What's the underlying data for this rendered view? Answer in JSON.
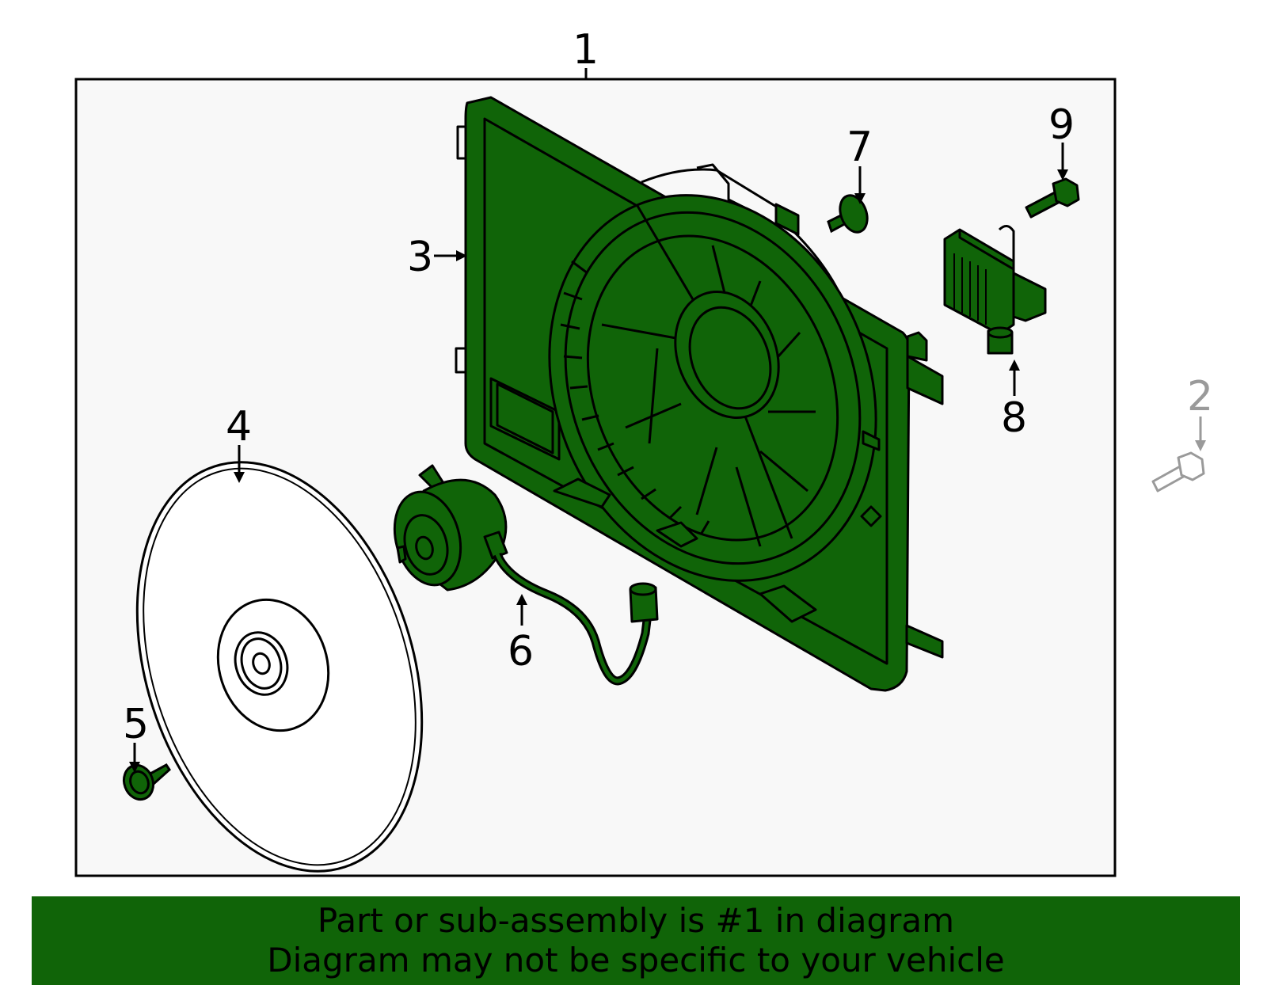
{
  "diagram": {
    "callouts": {
      "c1": "1",
      "c2": "2",
      "c3": "3",
      "c4": "4",
      "c5": "5",
      "c6": "6",
      "c7": "7",
      "c8": "8",
      "c9": "9"
    },
    "colors": {
      "part_fill": "#106408",
      "outline": "#000000",
      "box_background": "#f8f8f8",
      "not_included": "#9a9a9a"
    }
  },
  "banner": {
    "line1": "Part or sub-assembly is #1 in diagram",
    "line2": "Diagram may not be specific to your vehicle",
    "background": "#106408"
  }
}
